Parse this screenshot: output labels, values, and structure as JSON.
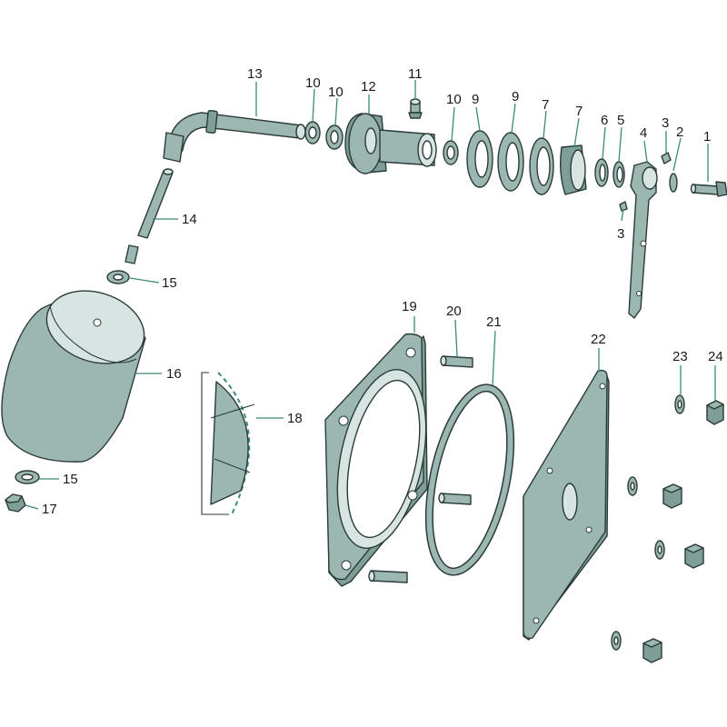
{
  "parts": [
    {
      "id": "p1",
      "text": "1"
    },
    {
      "id": "p2",
      "text": "2"
    },
    {
      "id": "p3a",
      "text": "3"
    },
    {
      "id": "p3b",
      "text": "3"
    },
    {
      "id": "p4",
      "text": "4"
    },
    {
      "id": "p5",
      "text": "5"
    },
    {
      "id": "p6",
      "text": "6"
    },
    {
      "id": "p7a",
      "text": "7"
    },
    {
      "id": "p7b",
      "text": "7"
    },
    {
      "id": "p9a",
      "text": "9"
    },
    {
      "id": "p9b",
      "text": "9"
    },
    {
      "id": "p10a",
      "text": "10"
    },
    {
      "id": "p10b",
      "text": "10"
    },
    {
      "id": "p10c",
      "text": "10"
    },
    {
      "id": "p11",
      "text": "11"
    },
    {
      "id": "p12",
      "text": "12"
    },
    {
      "id": "p13",
      "text": "13"
    },
    {
      "id": "p14",
      "text": "14"
    },
    {
      "id": "p15a",
      "text": "15"
    },
    {
      "id": "p15b",
      "text": "15"
    },
    {
      "id": "p16",
      "text": "16"
    },
    {
      "id": "p17",
      "text": "17"
    },
    {
      "id": "p18",
      "text": "18"
    },
    {
      "id": "p19",
      "text": "19"
    },
    {
      "id": "p20",
      "text": "20"
    },
    {
      "id": "p21",
      "text": "21"
    },
    {
      "id": "p22",
      "text": "22"
    },
    {
      "id": "p23",
      "text": "23"
    },
    {
      "id": "p24",
      "text": "24"
    }
  ],
  "colors": {
    "part_fill": "#9cb7b1",
    "part_dark": "#7f9e97",
    "part_light": "#d7e4e1",
    "outline": "#2a3b38",
    "leader": "#3c8a78",
    "background": "#ffffff"
  }
}
